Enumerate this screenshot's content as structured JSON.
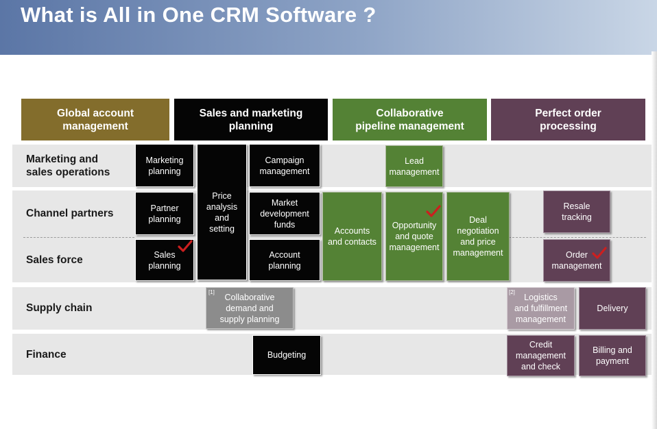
{
  "title": "What is All in One CRM Software ?",
  "colors": {
    "global_account": "#836d2c",
    "sales_marketing": "#050505",
    "pipeline": "#548235",
    "order": "#604055",
    "supply_grey": "#8c8c8c",
    "check_red": "#cc1f1f"
  },
  "headers": [
    "Global account\nmanagement",
    "Sales and marketing\nplanning",
    "Collaborative\npipeline management",
    "Perfect order\nprocessing"
  ],
  "rows": [
    "Marketing and\nsales operations",
    "Channel partners",
    "Sales force",
    "Supply chain",
    "Finance"
  ],
  "cells": {
    "marketing_planning": "Marketing\nplanning",
    "price_analysis": "Price\nanalysis\nand\nsetting",
    "campaign_management": "Campaign\nmanagement",
    "lead_management": "Lead\nmanagement",
    "partner_planning": "Partner\nplanning",
    "market_development_funds": "Market\ndevelopment\nfunds",
    "accounts_contacts": "Accounts\nand contacts",
    "opportunity_quote": "Opportunity\nand quote\nmanagement",
    "deal_negotiation": "Deal\nnegotiation\nand price\nmanagement",
    "resale_tracking": "Resale\ntracking",
    "sales_planning": "Sales\nplanning",
    "account_planning": "Account\nplanning",
    "order_management": "Order\nmanagement",
    "collaborative_demand": "Collaborative\ndemand and\nsupply planning",
    "logistics": "Logistics\nand fulfillment\nmanagement",
    "delivery": "Delivery",
    "budgeting": "Budgeting",
    "credit_management": "Credit\nmanagement\nand check",
    "billing_payment": "Billing and\npayment"
  },
  "refs": {
    "ref1": "[1]",
    "ref2": "[2]"
  },
  "icons": {
    "check": "checkmark-icon"
  }
}
